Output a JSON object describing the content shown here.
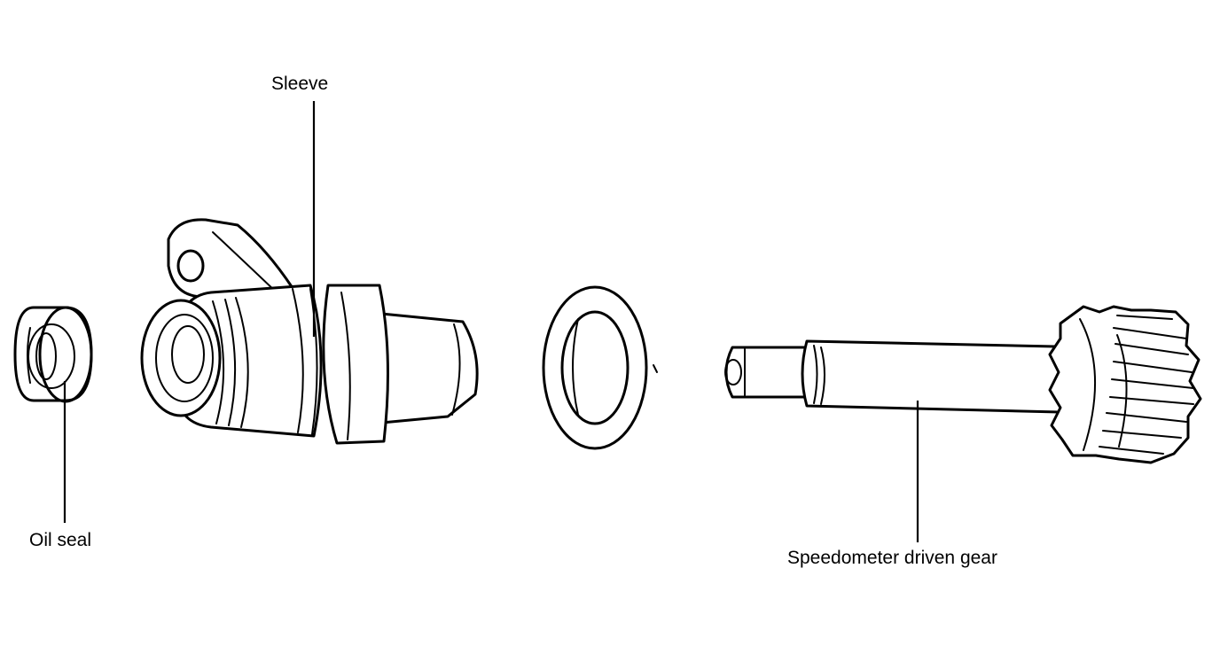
{
  "labels": {
    "sleeve": "Sleeve",
    "oil_seal": "Oil seal",
    "speedometer_driven_gear": "Speedometer driven gear"
  },
  "colors": {
    "ink": "#000000",
    "background": "#ffffff"
  }
}
